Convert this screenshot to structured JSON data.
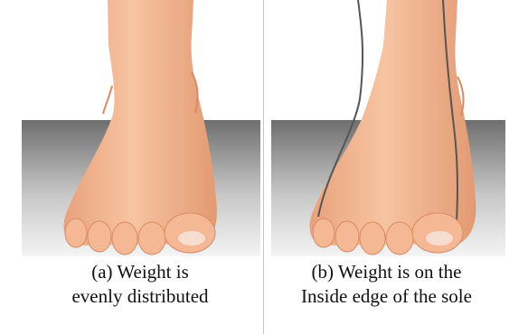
{
  "panels": [
    {
      "caption_line1": "(a) Weight is",
      "caption_line2": "evenly distributed"
    },
    {
      "caption_line1": "(b) Weight is on the",
      "caption_line2": "Inside edge of the sole"
    }
  ],
  "colors": {
    "skin": "#f2b48c",
    "skin_shadow": "#d98a63",
    "floor_top": "#6e6e6e",
    "floor_bottom": "#f4f4f4",
    "toenail": "#f7ddd0",
    "line": "#555555"
  },
  "icons": [
    "foot-illustration",
    "foot-illustration-with-lines"
  ]
}
